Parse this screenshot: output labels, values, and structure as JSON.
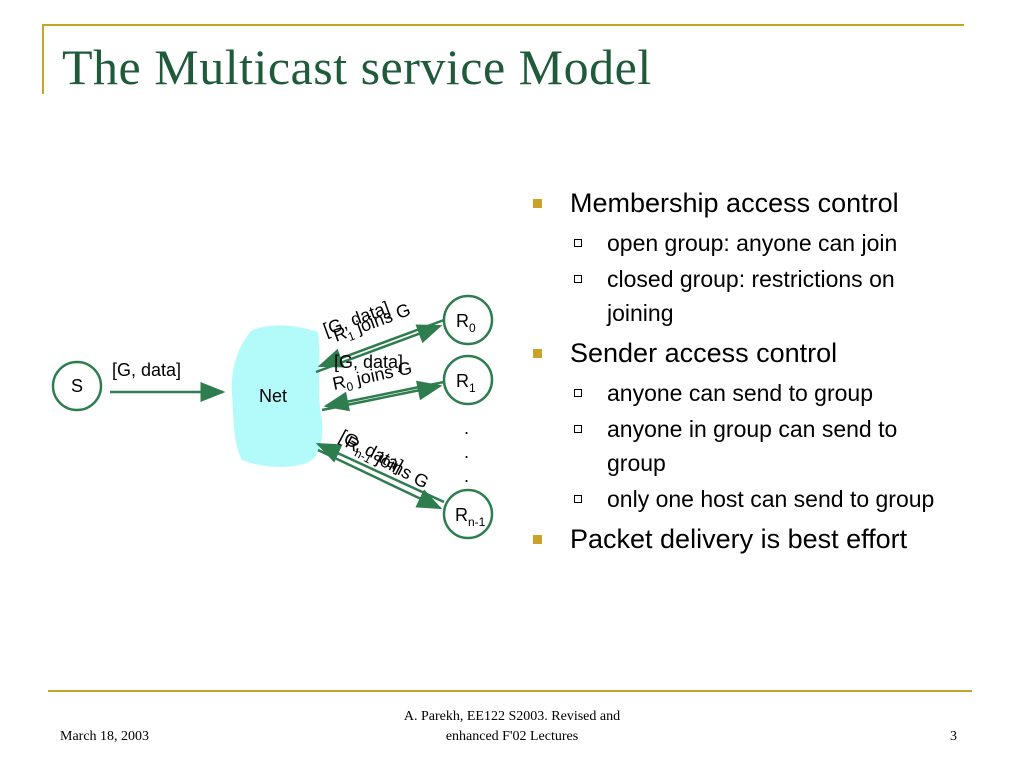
{
  "slide": {
    "title": "The Multicast service Model"
  },
  "diagram": {
    "sender": "S",
    "sender_label": "[G, data]",
    "network": "Net",
    "receivers": [
      {
        "base": "R",
        "sub": "0"
      },
      {
        "base": "R",
        "sub": "1"
      },
      {
        "base": "R",
        "sub": "n-1"
      }
    ],
    "ellipsis": [
      ".",
      ".",
      "."
    ],
    "data_label": "[G, data]",
    "join_labels": [
      {
        "base": "R",
        "sub": "1",
        "rest": " joins G"
      },
      {
        "base": "R",
        "sub": "0",
        "rest": " joins G"
      },
      {
        "base": "R",
        "sub": "n-1",
        "rest": " joins G"
      }
    ]
  },
  "bullets": [
    {
      "text": "Membership access control",
      "children": [
        "open group: anyone can join",
        "closed group: restrictions on joining"
      ]
    },
    {
      "text": "Sender access control",
      "children": [
        "anyone can send to group",
        "anyone in group can send to group",
        "only one host can send to group"
      ]
    },
    {
      "text": "Packet delivery is best effort",
      "children": []
    }
  ],
  "footer": {
    "date": "March 18, 2003",
    "credit_line1": "A. Parekh, EE122 S2003. Revised and",
    "credit_line2": "enhanced  F'02 Lectures",
    "page": "3"
  },
  "colors": {
    "title": "#1f5b3a",
    "accent": "#c9a227",
    "arrow": "#2e7d4f",
    "cloud": "#b3fbfb"
  }
}
